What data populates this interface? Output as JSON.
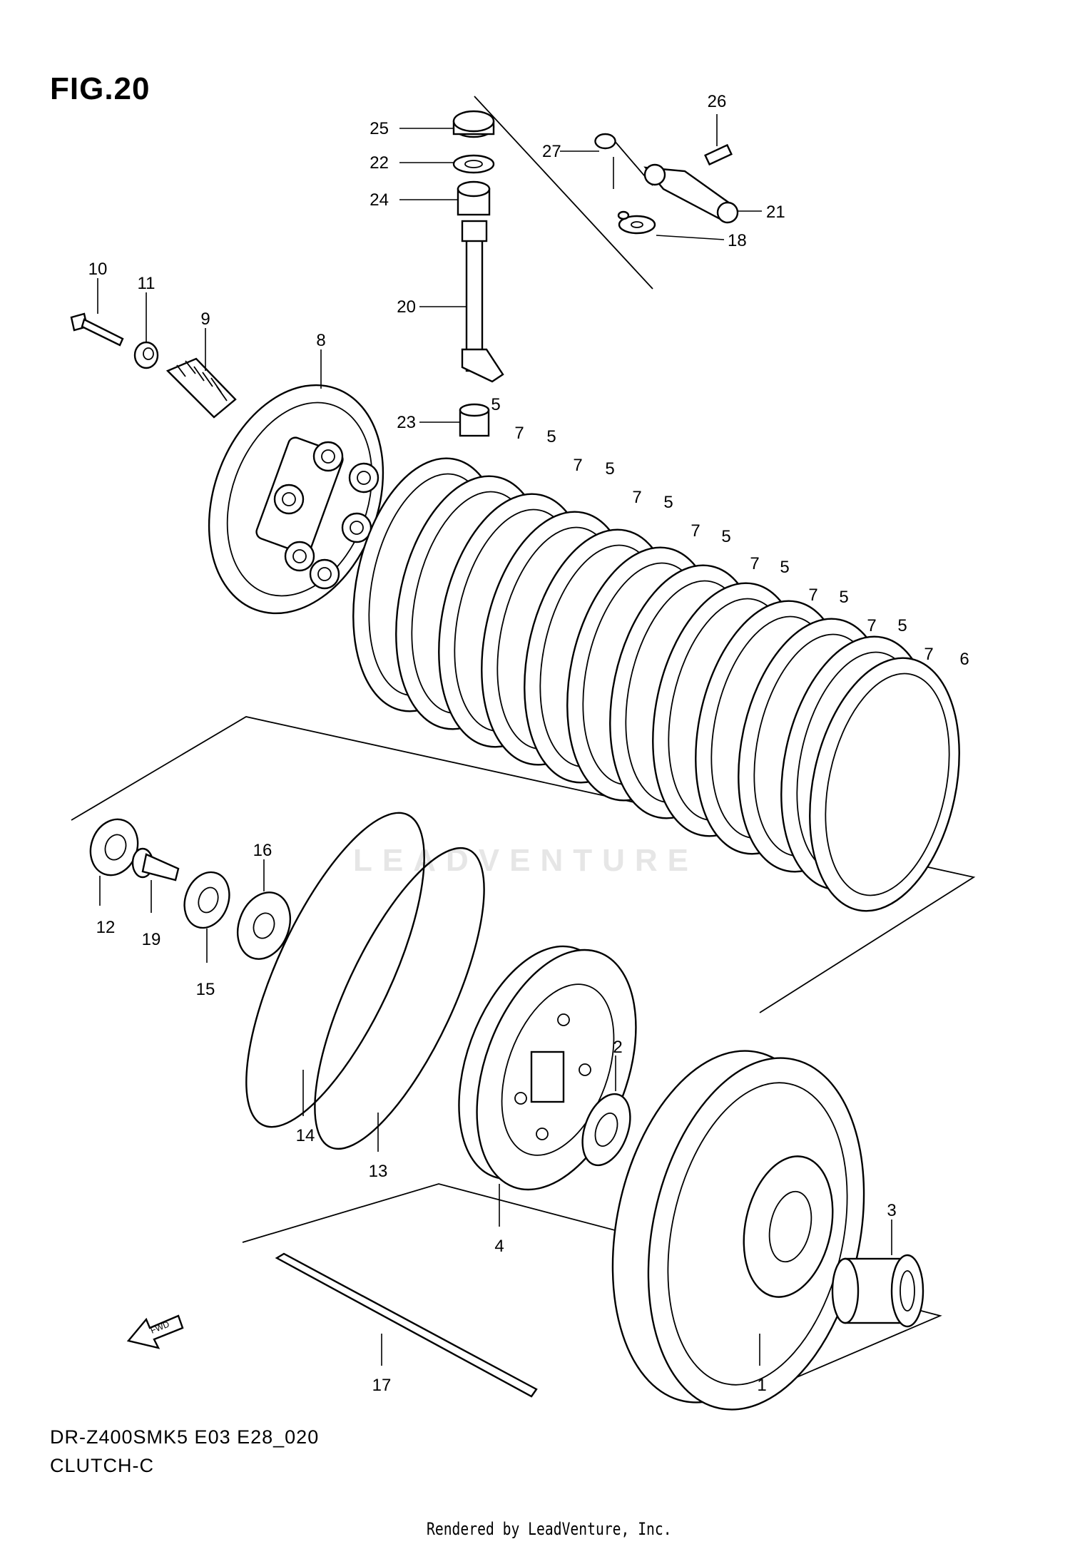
{
  "figure": {
    "label": "FIG.20"
  },
  "model_code": "DR-Z400SMK5 E03 E28_020",
  "section_name": "CLUTCH-C",
  "footer": "Rendered by LeadVenture, Inc.",
  "watermark": "LEADVENTURE",
  "callouts": {
    "c1": "1",
    "c2": "2",
    "c3": "3",
    "c4": "4",
    "c5a": "5",
    "c5b": "5",
    "c5c": "5",
    "c5d": "5",
    "c5e": "5",
    "c5f": "5",
    "c5g": "5",
    "c5h": "5",
    "c6": "6",
    "c7a": "7",
    "c7b": "7",
    "c7c": "7",
    "c7d": "7",
    "c7e": "7",
    "c7f": "7",
    "c7g": "7",
    "c7h": "7",
    "c8": "8",
    "c9": "9",
    "c10": "10",
    "c11": "11",
    "c12": "12",
    "c13": "13",
    "c14": "14",
    "c15": "15",
    "c16": "16",
    "c17": "17",
    "c18": "18",
    "c19": "19",
    "c20": "20",
    "c21": "21",
    "c22": "22",
    "c23": "23",
    "c24": "24",
    "c25": "25",
    "c26": "26",
    "c27": "27"
  },
  "icons": {
    "forward_arrow": "fwd-arrow-icon"
  }
}
